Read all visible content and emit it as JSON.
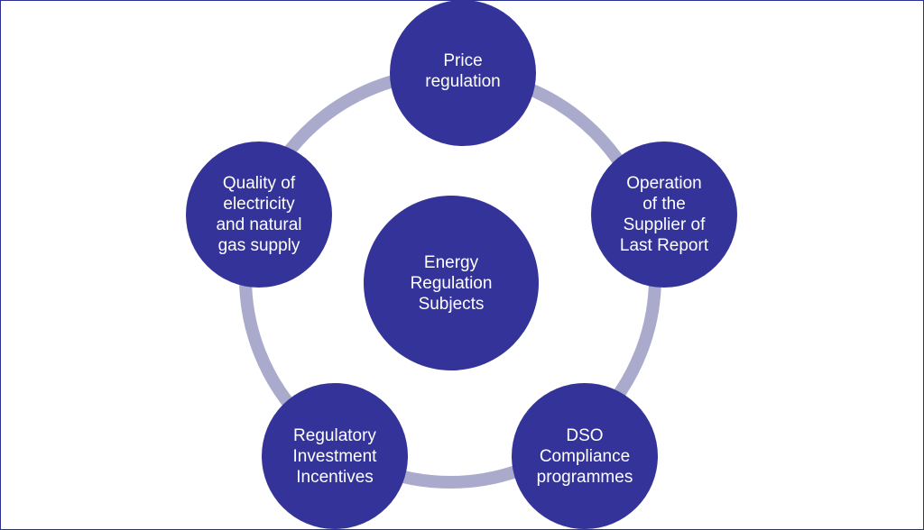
{
  "diagram": {
    "center": {
      "label": "Energy\nRegulation\nSubjects"
    },
    "nodes": [
      {
        "id": "price",
        "label": "Price\nregulation"
      },
      {
        "id": "operation",
        "label": "Operation\nof the\nSupplier of\nLast Report"
      },
      {
        "id": "dso",
        "label": "DSO\nCompliance\nprogrammes"
      },
      {
        "id": "regulatory",
        "label": "Regulatory\nInvestment\nIncentives"
      },
      {
        "id": "quality",
        "label": "Quality of\nelectricity\nand natural\ngas supply"
      }
    ],
    "colors": {
      "node_fill": "#333399",
      "ring": "#aaaacc",
      "text": "#ffffff",
      "frame": "#2e3192"
    }
  }
}
